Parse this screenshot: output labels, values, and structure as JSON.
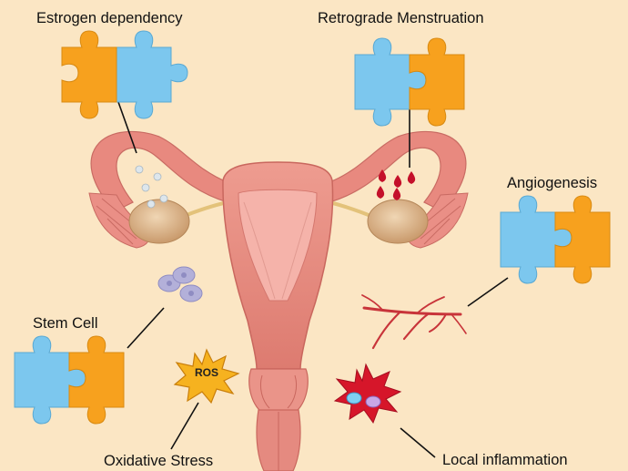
{
  "labels": {
    "estrogen": "Estrogen dependency",
    "retrograde": "Retrograde Menstruation",
    "angiogenesis": "Angiogenesis",
    "stem_cell": "Stem Cell",
    "oxidative": "Oxidative Stress",
    "inflammation": "Local inflammation",
    "ros": "ROS"
  },
  "colors": {
    "background": "#fbe6c4",
    "puzzle_blue": "#7cc7ee",
    "puzzle_orange": "#f7a11e",
    "uterus": "#e68f84",
    "ovary": "#e2bf95",
    "blood": "#c4102a",
    "vessel": "#c8343a",
    "ros_burst": "#f6b21f",
    "inflammation_burst": "#d6162a",
    "stem_cell": "#b3b0d9"
  }
}
